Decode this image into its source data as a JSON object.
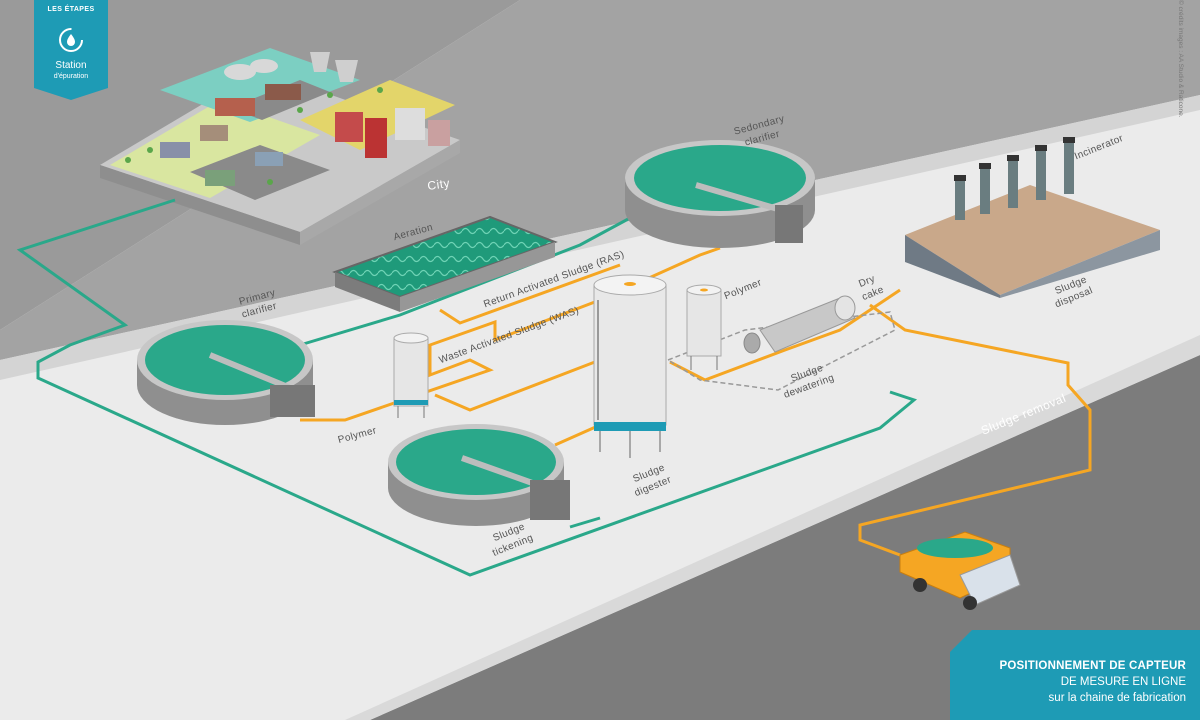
{
  "badge": {
    "section": "LES ÉTAPES",
    "title": "Station",
    "subtitle": "d'épuration",
    "icon": "water-drop-cycle-icon"
  },
  "credits": "© crédits images : AA Studio & Raticone.",
  "labels": {
    "city": "City",
    "secondary_clarifier": [
      "Sedondary",
      "clarifier"
    ],
    "incinerator": "Incinerator",
    "aeration": "Aeration",
    "ras": "Return Activated Sludge (RAS)",
    "dry_cake": [
      "Dry",
      "cake"
    ],
    "polymer_right": "Polymer",
    "primary_clarifier": [
      "Primary",
      "clarifier"
    ],
    "was": "Waste Activated Sludge (WAS)",
    "sludge_disposal": [
      "Sludge",
      "disposal"
    ],
    "sludge_dewatering": [
      "Sludge",
      "dewatering"
    ],
    "sludge_removal": "Sludge removal",
    "polymer_left": "Polymer",
    "sludge_digester": [
      "Sludge",
      "digester"
    ],
    "sludge_thickening": [
      "Sludge",
      "tickening"
    ]
  },
  "info_box": {
    "line1": "POSITIONNEMENT DE CAPTEUR",
    "line2": "DE MESURE EN LIGNE",
    "line3": "sur la chaine de fabrication"
  },
  "colors": {
    "accent": "#1e9bb5",
    "water_line": "#2aa88a",
    "sludge_line": "#f5a623",
    "road": "#7a7a7a"
  }
}
